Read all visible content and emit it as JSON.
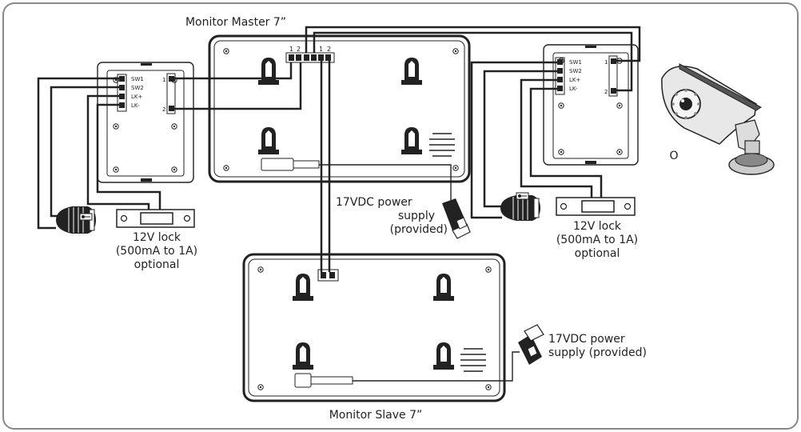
{
  "labels": {
    "monitor_master": "Monitor Master 7”",
    "monitor_slave": "Monitor Slave 7”",
    "lock_left": [
      "12V lock",
      "(500mA to 1A)",
      "optional"
    ],
    "lock_right": [
      "12V lock",
      "(500mA to 1A)",
      "optional"
    ],
    "psu_master": [
      "17VDC power",
      "supply",
      "(provided)"
    ],
    "psu_slave": [
      "17VDC power",
      "supply (provided)"
    ],
    "camera_or": "O"
  },
  "terminals": {
    "panel_left": [
      "SW1",
      "SW2",
      "LK+",
      "LK-"
    ],
    "panel_right": [
      "SW1",
      "SW2",
      "LK+",
      "LK-"
    ],
    "panel_pins": [
      "1",
      "2"
    ],
    "master_pins": [
      "1",
      "2",
      "",
      "",
      "1",
      "2"
    ]
  },
  "icons": {
    "key": "key-icon",
    "bell": "door-bell-icon",
    "camera": "cctv-camera-icon",
    "psu": "power-adapter-icon"
  },
  "colors": {
    "line": "#222222",
    "frame": "#888888",
    "text": "#222222"
  }
}
